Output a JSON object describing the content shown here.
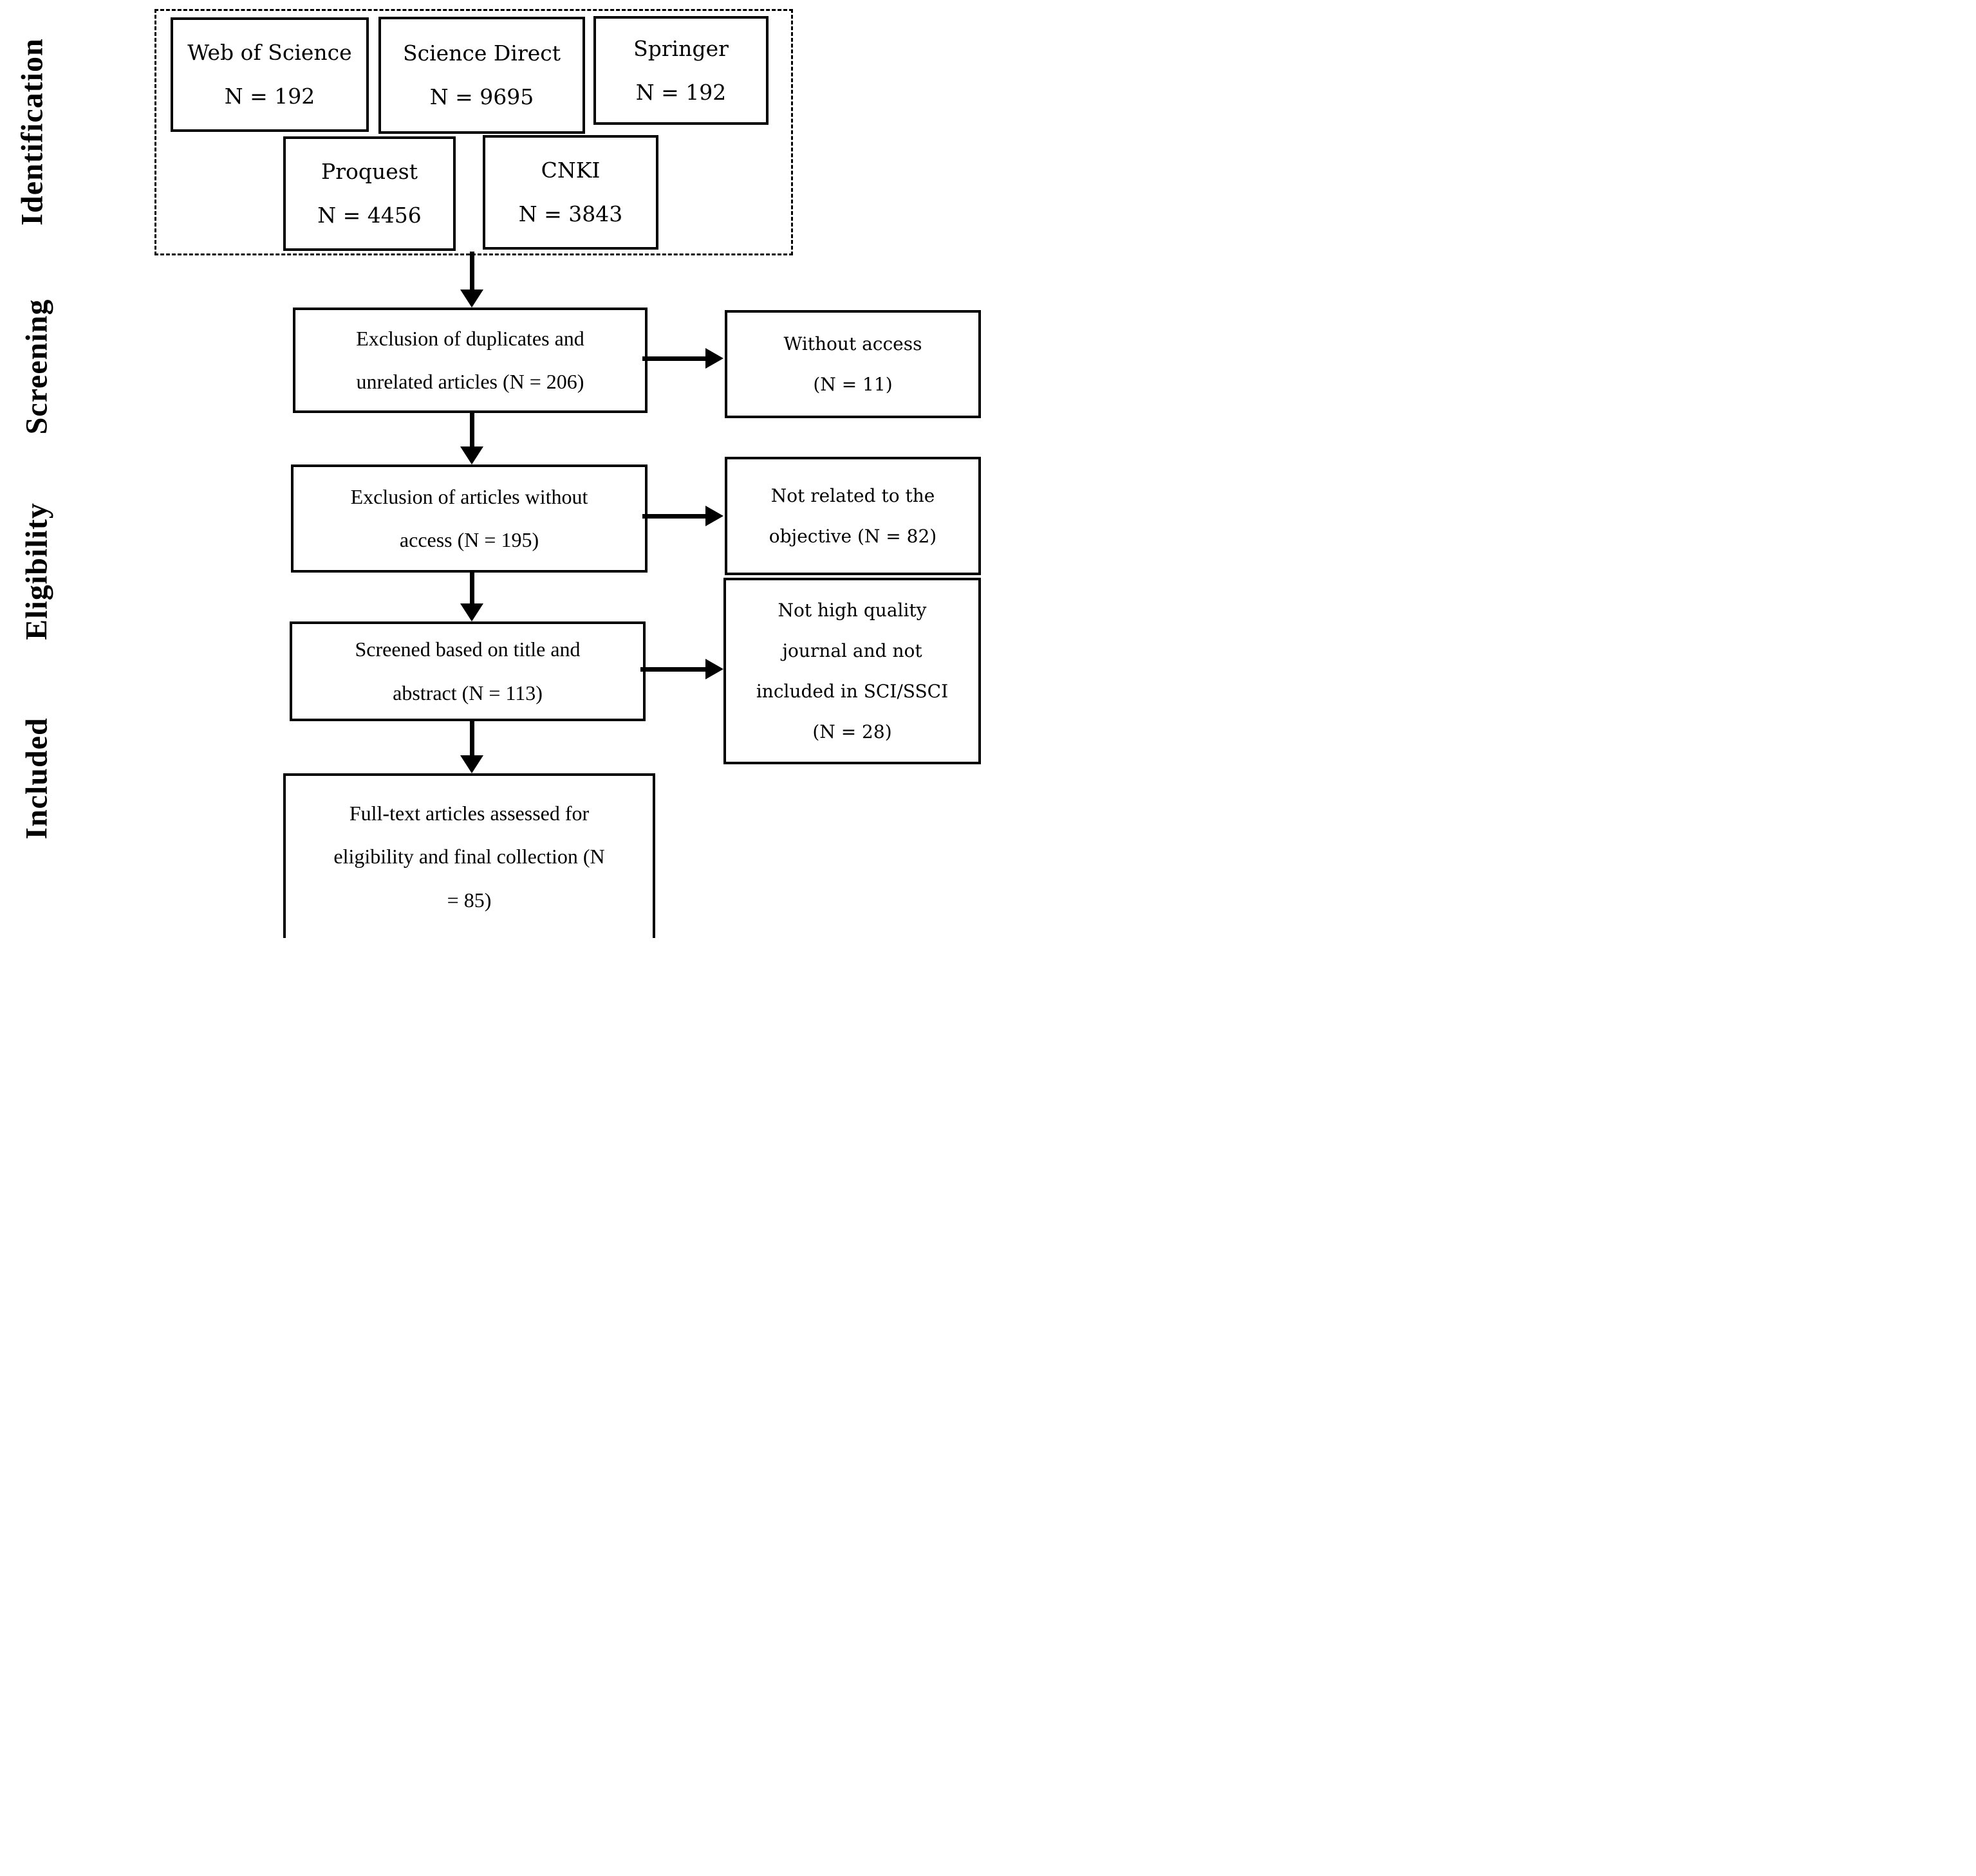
{
  "diagram": {
    "stages": [
      {
        "label": "Identification"
      },
      {
        "label": "Screening"
      },
      {
        "label": "Eligibility"
      },
      {
        "label": "Included"
      }
    ],
    "databases": [
      {
        "name": "Web of Science",
        "count": "N = 192"
      },
      {
        "name": "Science Direct",
        "count": "N = 9695"
      },
      {
        "name": "Springer",
        "count": "N = 192"
      },
      {
        "name": "Proquest",
        "count": "N = 4456"
      },
      {
        "name": "CNKI",
        "count": "N = 3843"
      }
    ],
    "flow": [
      {
        "line1": "Exclusion of duplicates and",
        "line2": "unrelated articles (N = 206)"
      },
      {
        "line1": "Exclusion of articles without",
        "line2": "access (N = 195)"
      },
      {
        "line1": "Screened based on title and",
        "line2": "abstract (N = 113)"
      },
      {
        "line1": "Full-text articles assessed for",
        "line2": "eligibility and final collection (N",
        "line3": "= 85)"
      }
    ],
    "exclusions": [
      {
        "line1": "Without access",
        "line2": "(N = 11)"
      },
      {
        "line1": "Not related to the",
        "line2": "objective (N = 82)"
      },
      {
        "line1": "Not high quality",
        "line2": "journal and not",
        "line3": "included in SCI/SSCI",
        "line4": "(N = 28)"
      }
    ],
    "colors": {
      "ink": "#000000",
      "background": "#ffffff"
    }
  }
}
